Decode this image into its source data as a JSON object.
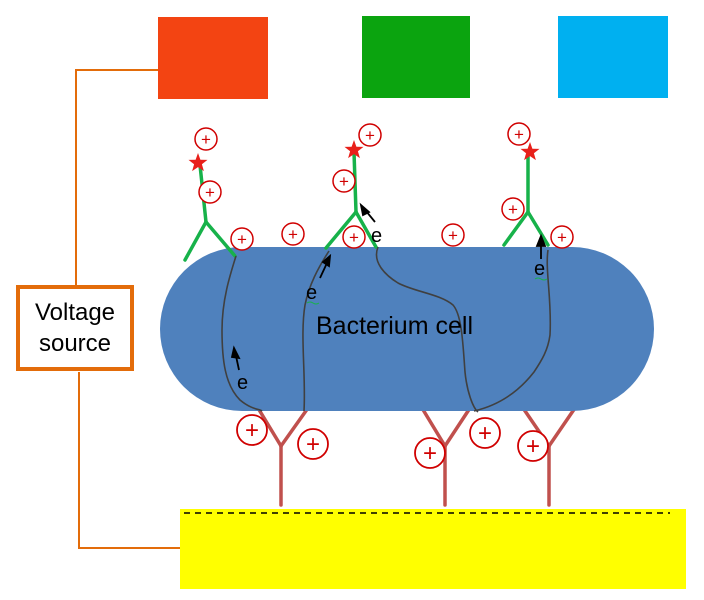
{
  "voltage_source": {
    "line1": "Voltage",
    "line2": "source"
  },
  "cell": {
    "label": "Bacterium cell"
  },
  "electron_label": "e",
  "charge_symbol": "+",
  "colors": {
    "cell_fill": "#4F81BD",
    "electrode_fill": "#FFFF00",
    "wire": "#E36C0A",
    "square_red": "#F34412",
    "square_green": "#0BA40F",
    "square_blue": "#00B0F0",
    "antibody_green": "#17B24A",
    "antibody_red": "#C0504D",
    "charge": "#D00000",
    "star": "#E8201A",
    "path_line": "#404040"
  }
}
